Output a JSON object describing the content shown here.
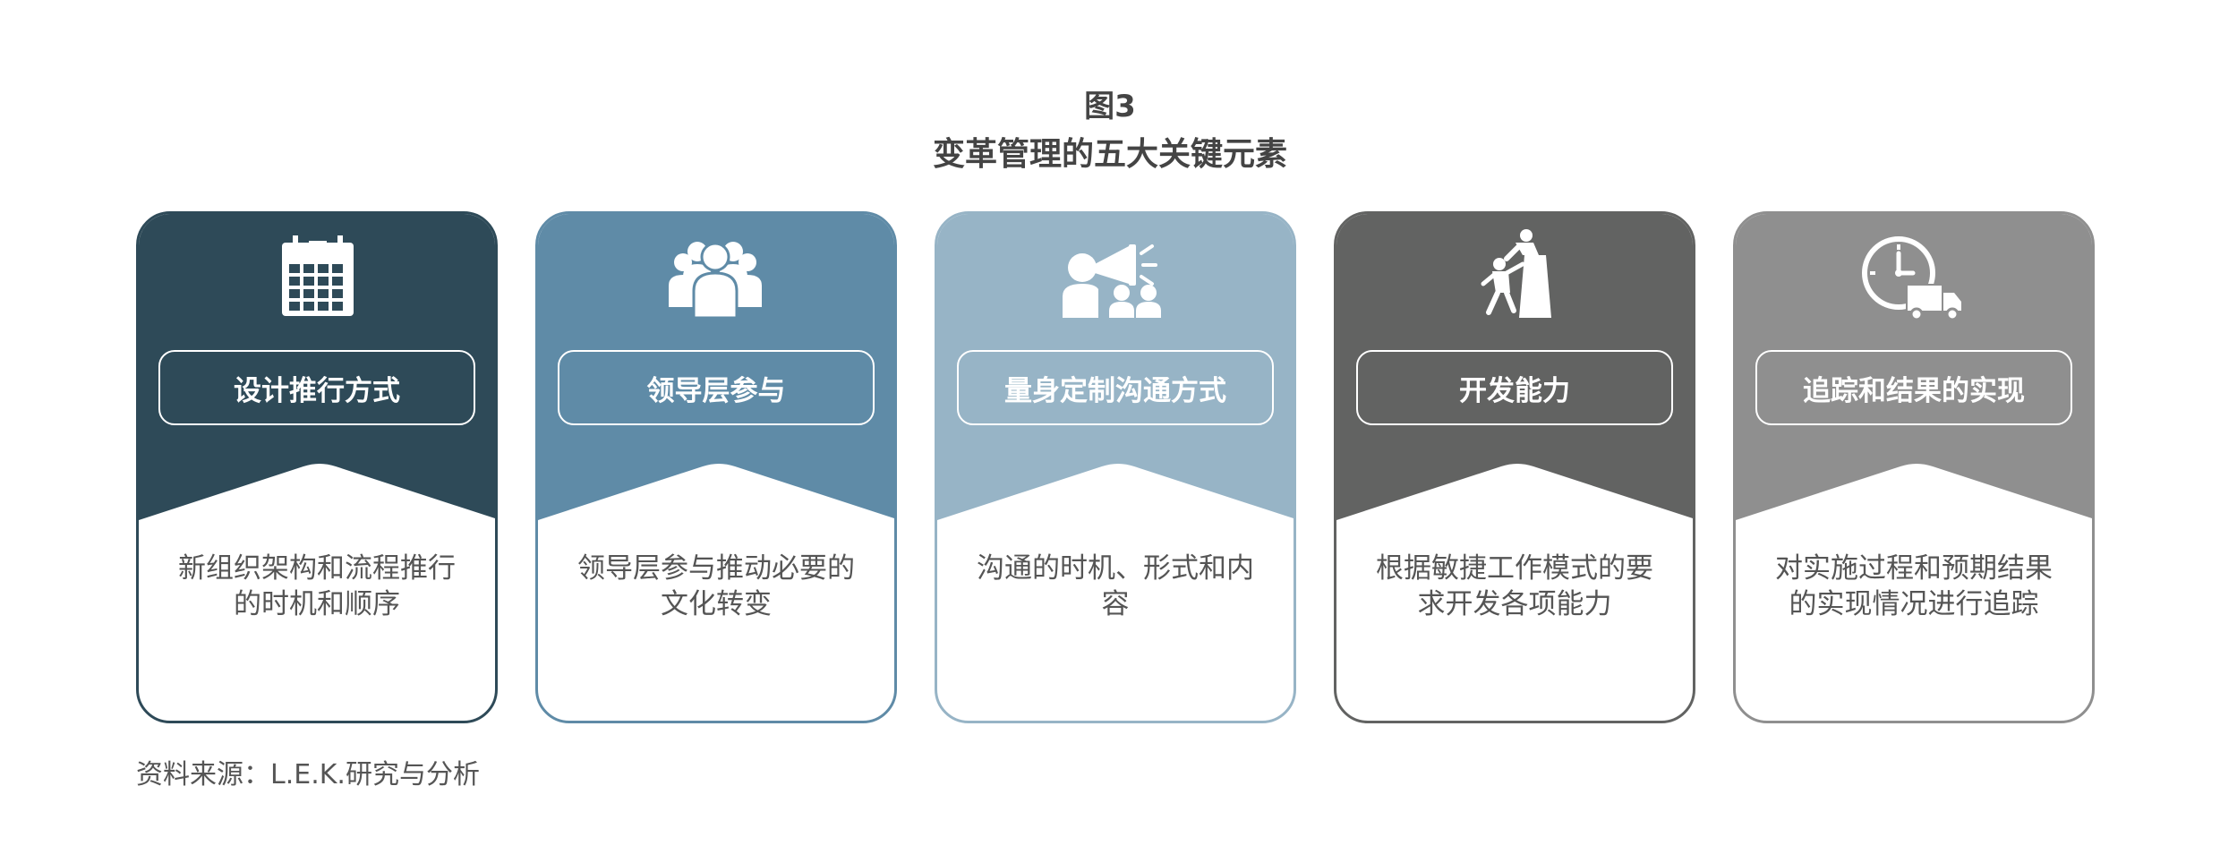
{
  "figure": {
    "label": "图3",
    "title": "变革管理的五大关键元素"
  },
  "cards": [
    {
      "title": "设计推行方式",
      "desc": "新组织架构和流程推行的时机和顺序",
      "icon": "calendar-icon",
      "color": "#2e4a58"
    },
    {
      "title": "领导层参与",
      "desc": "领导层参与推动必要的文化转变",
      "icon": "group-icon",
      "color": "#5f8ba7"
    },
    {
      "title": "量身定制沟通方式",
      "desc": "沟通的时机、形式和内容",
      "icon": "megaphone-icon",
      "color": "#97b4c6"
    },
    {
      "title": "开发能力",
      "desc": "根据敏捷工作模式的要求开发各项能力",
      "icon": "climbing-icon",
      "color": "#626362"
    },
    {
      "title": "追踪和结果的实现",
      "desc": "对实施过程和预期结果的实现情况进行追踪",
      "icon": "clock-truck-icon",
      "color": "#8f8f8f"
    }
  ],
  "source": "资料来源：L.E.K.研究与分析"
}
